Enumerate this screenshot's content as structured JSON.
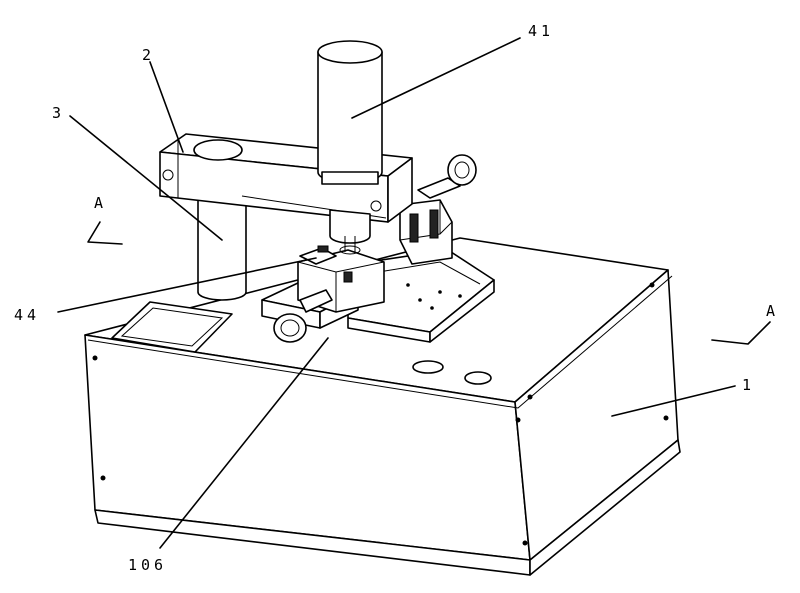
{
  "labels": {
    "part_1": "1",
    "part_2": "2",
    "part_3": "3",
    "part_41": "41",
    "part_44": "44",
    "part_106": "106",
    "section_a_left": "A",
    "section_a_right": "A"
  }
}
